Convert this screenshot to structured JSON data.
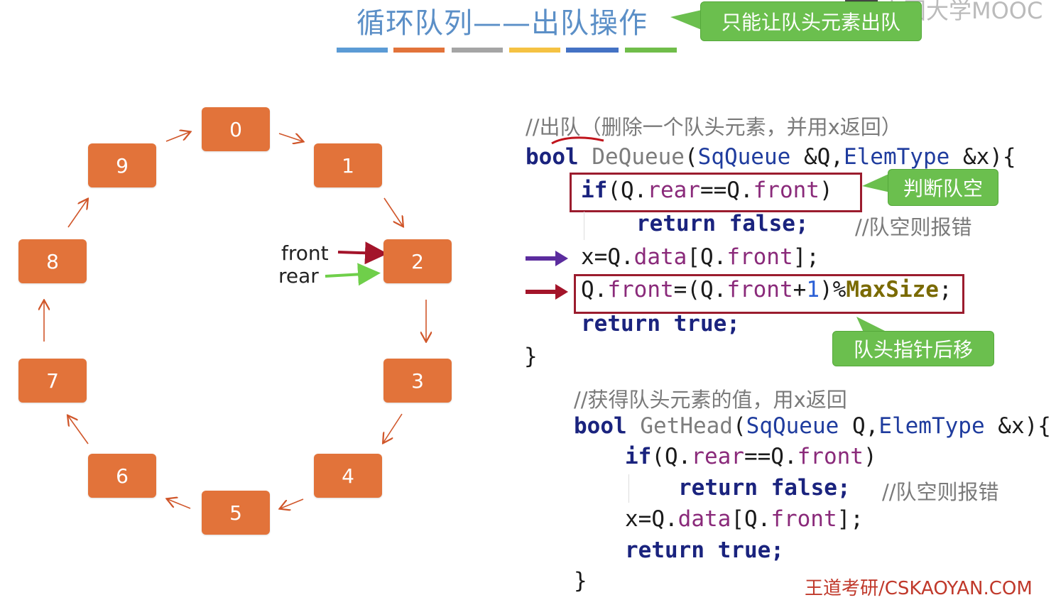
{
  "title": "循环队列——出队操作",
  "watermark": "中国大学MOOC",
  "callouts": {
    "only_front": "只能让队头元素出队",
    "check_empty": "判断队空",
    "move_front": "队头指针后移"
  },
  "colors": {
    "node": "#e2733a",
    "title": "#5b8fc7",
    "callout": "#6bbf4e",
    "box_border": "#9b1c2e",
    "front_arrow": "#a3142a",
    "rear_arrow": "#6fcf4a",
    "purple_arrow": "#5b2c9e",
    "footer": "#c0392b",
    "bars": [
      "#5b9bd5",
      "#e2733a",
      "#a5a5a5",
      "#f5c243",
      "#4472c4",
      "#70bd4a"
    ]
  },
  "ring_nodes": [
    "0",
    "1",
    "2",
    "3",
    "4",
    "5",
    "6",
    "7",
    "8",
    "9"
  ],
  "pointers": {
    "front": "front",
    "rear": "rear"
  },
  "code1": {
    "comment_prefix": "//",
    "comment_underlined": "出队",
    "comment_rest": "（删除一个队头元素，并用x返回）",
    "line1": {
      "kw": "bool",
      "fn": "DeQueue",
      "p1": "(",
      "ty1": "SqQueue",
      "p2": " &Q,",
      "ty2": "ElemType",
      "p3": " &x){"
    },
    "line2": {
      "kw": "if",
      "a": "(Q.",
      "f1": "rear",
      "b": "==Q.",
      "f2": "front",
      "c": ")"
    },
    "line3": {
      "code": "return false;",
      "comment": "//队空则报错"
    },
    "line4": {
      "a": "x=Q.",
      "f1": "data",
      "b": "[Q.",
      "f2": "front",
      "c": "];"
    },
    "line5": {
      "a": "Q.",
      "f1": "front",
      "b": "=(Q.",
      "f2": "front",
      "c": "+",
      "num": "1",
      "d": ")%",
      "e": "MaxSize",
      "g": ";"
    },
    "line6": "return true;",
    "line7": "}"
  },
  "code2": {
    "comment": "//获得队头元素的值，用x返回",
    "line1": {
      "kw": "bool",
      "fn": "GetHead",
      "p1": "(",
      "ty1": "SqQueue",
      "p2": " Q,",
      "ty2": "ElemType",
      "p3": " &x){"
    },
    "line2": {
      "kw": "if",
      "a": "(Q.",
      "f1": "rear",
      "b": "==Q.",
      "f2": "front",
      "c": ")"
    },
    "line3": {
      "code": "return false;",
      "comment": "//队空则报错"
    },
    "line4": {
      "a": "x=Q.",
      "f1": "data",
      "b": "[Q.",
      "f2": "front",
      "c": "];"
    },
    "line5": "return true;",
    "line6": "}"
  },
  "footer": "王道考研/CSKAOYAN.COM"
}
